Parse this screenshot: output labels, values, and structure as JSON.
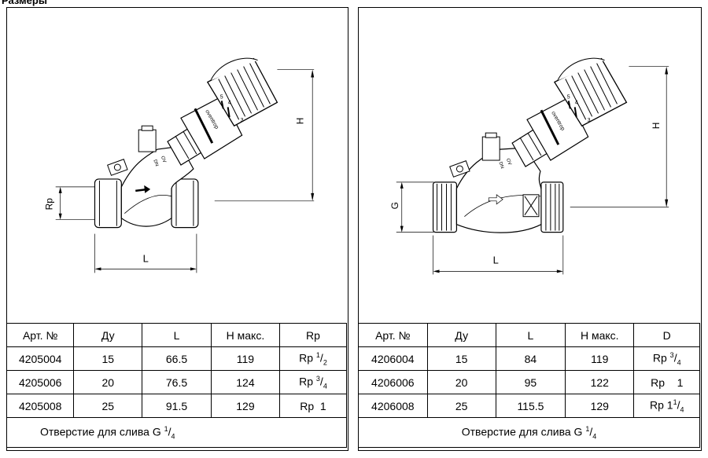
{
  "header_title": "Размеры",
  "left": {
    "dim_rp": "Rp",
    "dim_l": "L",
    "dim_h": "H",
    "valve_text": "DN",
    "valve_text2": "OV",
    "handle_text": "oventrop",
    "scale_1": "5",
    "scale_2": "4",
    "scale_3": "3",
    "columns": [
      "Арт. №",
      "Ду",
      "L",
      "H макс.",
      "Rp"
    ],
    "rows": [
      {
        "art": "4205004",
        "dn": "15",
        "l": "66.5",
        "h": "119",
        "rp": "Rp",
        "rp_num": "1",
        "rp_den": "2"
      },
      {
        "art": "4205006",
        "dn": "20",
        "l": "76.5",
        "h": "124",
        "rp": "Rp",
        "rp_num": "3",
        "rp_den": "4"
      },
      {
        "art": "4205008",
        "dn": "25",
        "l": "91.5",
        "h": "129",
        "rp": "Rp  1",
        "rp_num": "",
        "rp_den": ""
      }
    ],
    "note": "Отверстие для слива G",
    "note_num": "1",
    "note_den": "4"
  },
  "right": {
    "dim_g": "G",
    "dim_l": "L",
    "dim_h": "H",
    "valve_text": "DN",
    "valve_text2": "OV",
    "handle_text": "oventrop",
    "scale_1": "5",
    "scale_2": "4",
    "scale_3": "3",
    "columns": [
      "Арт. №",
      "Ду",
      "L",
      "H макс.",
      "D"
    ],
    "rows": [
      {
        "art": "4206004",
        "dn": "15",
        "l": "84",
        "h": "119",
        "d": "Rp",
        "d_num": "3",
        "d_den": "4"
      },
      {
        "art": "4206006",
        "dn": "20",
        "l": "95",
        "h": "122",
        "d": "Rp    1",
        "d_num": "",
        "d_den": ""
      },
      {
        "art": "4206008",
        "dn": "25",
        "l": "115.5",
        "h": "129",
        "d": "Rp 1",
        "d_num": "1",
        "d_den": "4"
      }
    ],
    "note": "Отверстие для слива G",
    "note_num": "1",
    "note_den": "4"
  }
}
